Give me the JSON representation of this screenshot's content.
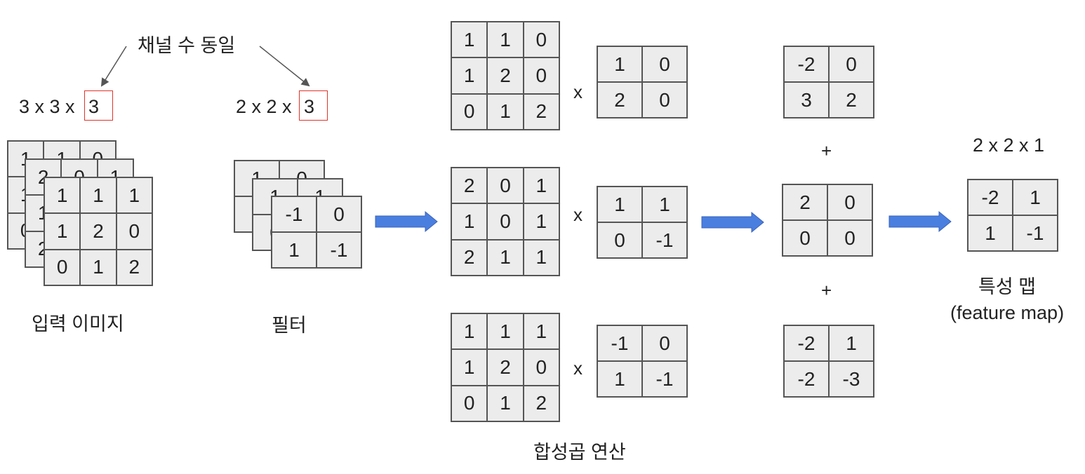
{
  "labels": {
    "channel_note": "채널 수 동일",
    "input_dims": "3 x 3 x ",
    "input_channels": "3",
    "filter_dims": "2 x 2 x ",
    "filter_channels": "3",
    "input_caption": "입력 이미지",
    "filter_caption": "필터",
    "conv_caption": "합성곱 연산",
    "output_dims": "2 x 2 x 1",
    "output_caption_1": "특성 맵",
    "output_caption_2": "(feature map)"
  },
  "operators": {
    "multiply": "x",
    "plus": "+"
  },
  "input_stack": [
    [
      [
        "1",
        "1",
        "0"
      ],
      [
        "1",
        "2",
        "0"
      ],
      [
        "0",
        "1",
        "2"
      ]
    ],
    [
      [
        "2",
        "0",
        "1"
      ],
      [
        "1",
        "0",
        "1"
      ],
      [
        "2",
        "1",
        "1"
      ]
    ],
    [
      [
        "1",
        "1",
        "1"
      ],
      [
        "1",
        "2",
        "0"
      ],
      [
        "0",
        "1",
        "2"
      ]
    ]
  ],
  "filter_stack": [
    [
      [
        "1",
        "0"
      ],
      [
        "2",
        "0"
      ]
    ],
    [
      [
        "1",
        "1"
      ],
      [
        "0",
        "-1"
      ]
    ],
    [
      [
        "-1",
        "0"
      ],
      [
        "1",
        "-1"
      ]
    ]
  ],
  "channel_inputs": [
    [
      [
        "1",
        "1",
        "0"
      ],
      [
        "1",
        "2",
        "0"
      ],
      [
        "0",
        "1",
        "2"
      ]
    ],
    [
      [
        "2",
        "0",
        "1"
      ],
      [
        "1",
        "0",
        "1"
      ],
      [
        "2",
        "1",
        "1"
      ]
    ],
    [
      [
        "1",
        "1",
        "1"
      ],
      [
        "1",
        "2",
        "0"
      ],
      [
        "0",
        "1",
        "2"
      ]
    ]
  ],
  "channel_filters": [
    [
      [
        "1",
        "0"
      ],
      [
        "2",
        "0"
      ]
    ],
    [
      [
        "1",
        "1"
      ],
      [
        "0",
        "-1"
      ]
    ],
    [
      [
        "-1",
        "0"
      ],
      [
        "1",
        "-1"
      ]
    ]
  ],
  "channel_results": [
    [
      [
        "-2",
        "0"
      ],
      [
        "3",
        "2"
      ]
    ],
    [
      [
        "2",
        "0"
      ],
      [
        "0",
        "0"
      ]
    ],
    [
      [
        "-2",
        "1"
      ],
      [
        "-2",
        "-3"
      ]
    ]
  ],
  "feature_map": [
    [
      "-2",
      "1"
    ],
    [
      "1",
      "-1"
    ]
  ],
  "colors": {
    "arrow": "#4a7fe0",
    "arrow_edge": "#3b63b8",
    "highlight": "#e0332b",
    "cell_bg": "#ececec"
  }
}
